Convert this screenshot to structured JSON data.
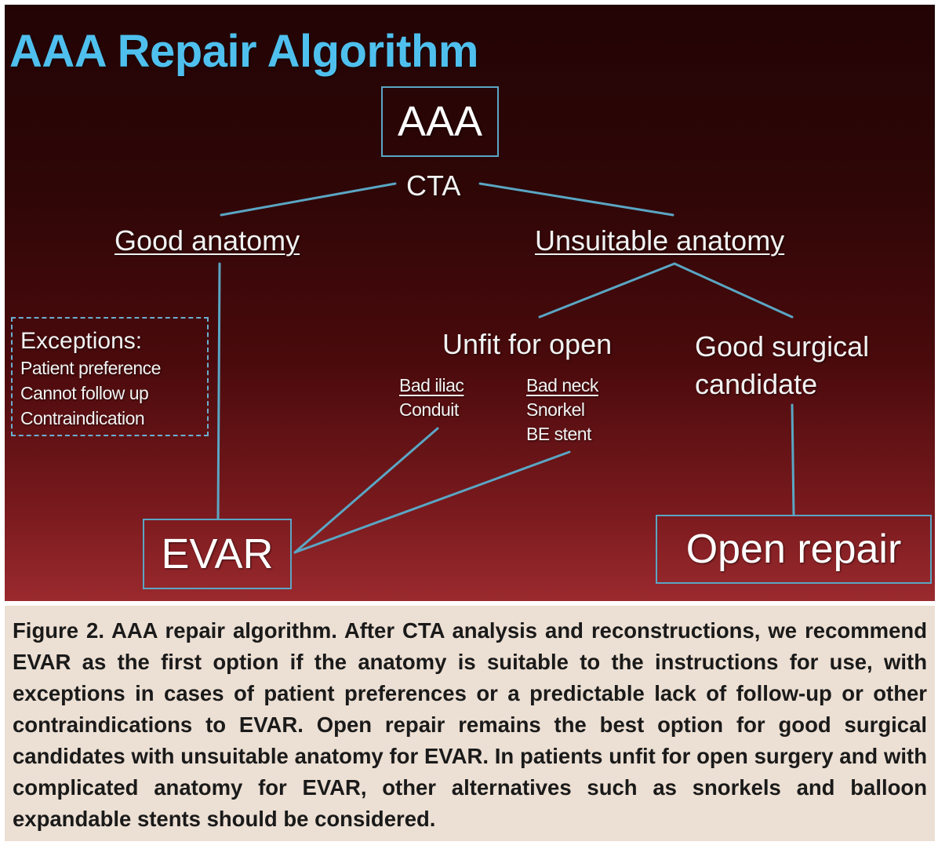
{
  "title": "AAA Repair Algorithm",
  "nodes": {
    "aaa": "AAA",
    "cta": "CTA",
    "good_anatomy": "Good anatomy",
    "unsuitable_anatomy": "Unsuitable anatomy",
    "unfit_for_open": "Unfit for open",
    "good_surgical_candidate_line1": "Good surgical",
    "good_surgical_candidate_line2": "candidate",
    "evar": "EVAR",
    "open_repair": "Open repair"
  },
  "exceptions": {
    "title": "Exceptions:",
    "items": [
      "Patient preference",
      "Cannot follow up",
      "Contraindication"
    ]
  },
  "bad_iliac": {
    "title": "Bad iliac",
    "items": [
      "Conduit"
    ]
  },
  "bad_neck": {
    "title": "Bad neck",
    "items": [
      "Snorkel",
      "BE stent"
    ]
  },
  "caption": "Figure 2. AAA repair algorithm. After CTA analysis and reconstructions, we recommend EVAR as the first option if the anatomy is suitable to the instructions for use, with exceptions in cases of patient preferences or a predictable lack of follow-up or other contraindications to EVAR. Open repair remains the best option for good surgical candidates with unsuitable anatomy for EVAR. In patients unfit for open surgery and with complicated anatomy for EVAR, other alternatives such as snorkels and balloon expandable stents should be considered.",
  "colors": {
    "title": "#4fc0ee",
    "connector": "#5aa6c4",
    "caption_background": "#ecdfd3"
  }
}
